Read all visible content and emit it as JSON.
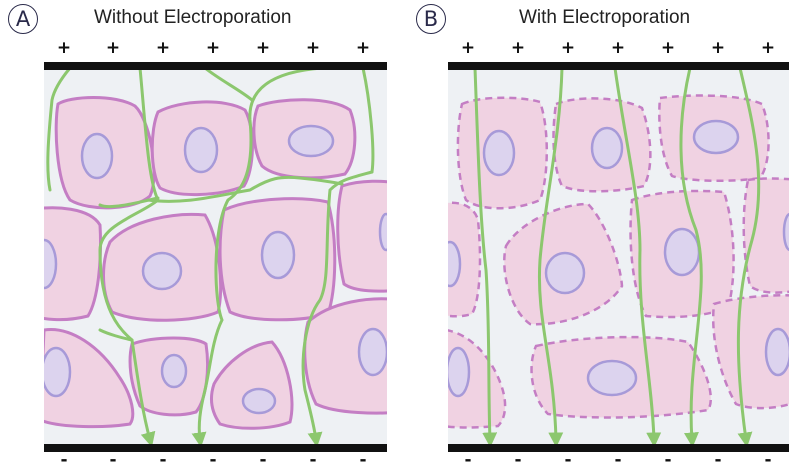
{
  "panels": [
    {
      "label": "A",
      "title": "Without Electroporation"
    },
    {
      "label": "B",
      "title": "With Electroporation"
    }
  ],
  "top_sign": "+",
  "bottom_sign": "-",
  "colors": {
    "cytoplasm": "#f0d2e2",
    "membrane": "#c47ec4",
    "nucleus_fill": "#dcd3ee",
    "nucleus_stroke": "#a79ad8",
    "field_line": "#8cc76e",
    "electrode": "#111111",
    "background": "#eef1f4"
  },
  "icons": {
    "arrow": "arrow-down-icon"
  }
}
